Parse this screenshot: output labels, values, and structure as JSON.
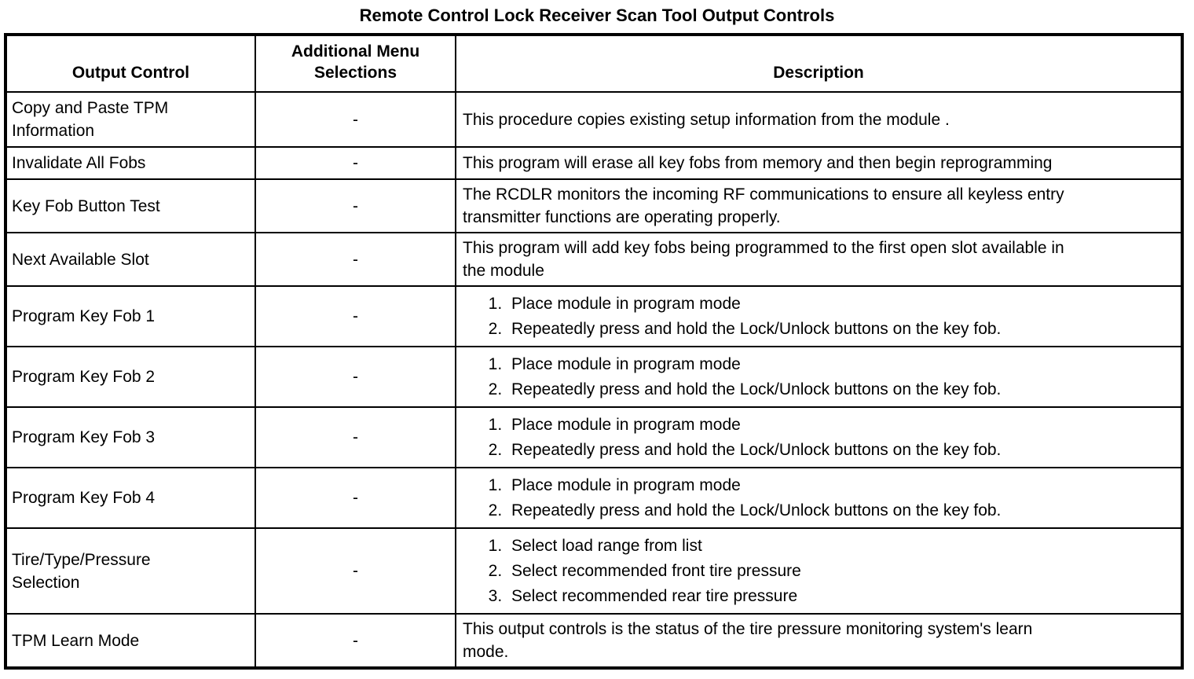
{
  "title": "Remote Control Lock Receiver Scan Tool Output Controls",
  "table": {
    "columns": [
      "Output Control",
      "Additional Menu\nSelections",
      "Description"
    ],
    "rows": [
      {
        "control": "Copy and Paste TPM\nInformation",
        "menu": "-",
        "text": "This procedure copies existing setup information from the module ."
      },
      {
        "control": "Invalidate All Fobs",
        "menu": "-",
        "text": "This program will erase all key fobs from memory and then begin reprogramming"
      },
      {
        "control": "Key Fob Button Test",
        "menu": "-",
        "text": "The RCDLR monitors the incoming RF communications to ensure all keyless entry\ntransmitter functions are operating properly."
      },
      {
        "control": "Next Available Slot",
        "menu": "-",
        "text": "This program will add key fobs being programmed to the first open slot available in\nthe module"
      },
      {
        "control": "Program Key Fob 1",
        "menu": "-",
        "steps": [
          "Place module in program mode",
          "Repeatedly press and hold the Lock/Unlock buttons on the key fob."
        ]
      },
      {
        "control": "Program Key Fob 2",
        "menu": "-",
        "steps": [
          "Place module in program mode",
          "Repeatedly press and hold the Lock/Unlock buttons on the key fob."
        ]
      },
      {
        "control": "Program Key Fob 3",
        "menu": "-",
        "steps": [
          "Place module in program mode",
          "Repeatedly press and hold the Lock/Unlock buttons on the key fob."
        ]
      },
      {
        "control": "Program Key Fob 4",
        "menu": "-",
        "steps": [
          "Place module in program mode",
          "Repeatedly press and hold the Lock/Unlock buttons on the key fob."
        ]
      },
      {
        "control": "Tire/Type/Pressure\nSelection",
        "menu": "-",
        "steps": [
          "Select load range from list",
          "Select recommended front tire pressure",
          "Select recommended rear tire pressure"
        ]
      },
      {
        "control": "TPM Learn Mode",
        "menu": "-",
        "text": "This output controls is the status of the tire pressure monitoring system's learn\nmode."
      }
    ]
  }
}
